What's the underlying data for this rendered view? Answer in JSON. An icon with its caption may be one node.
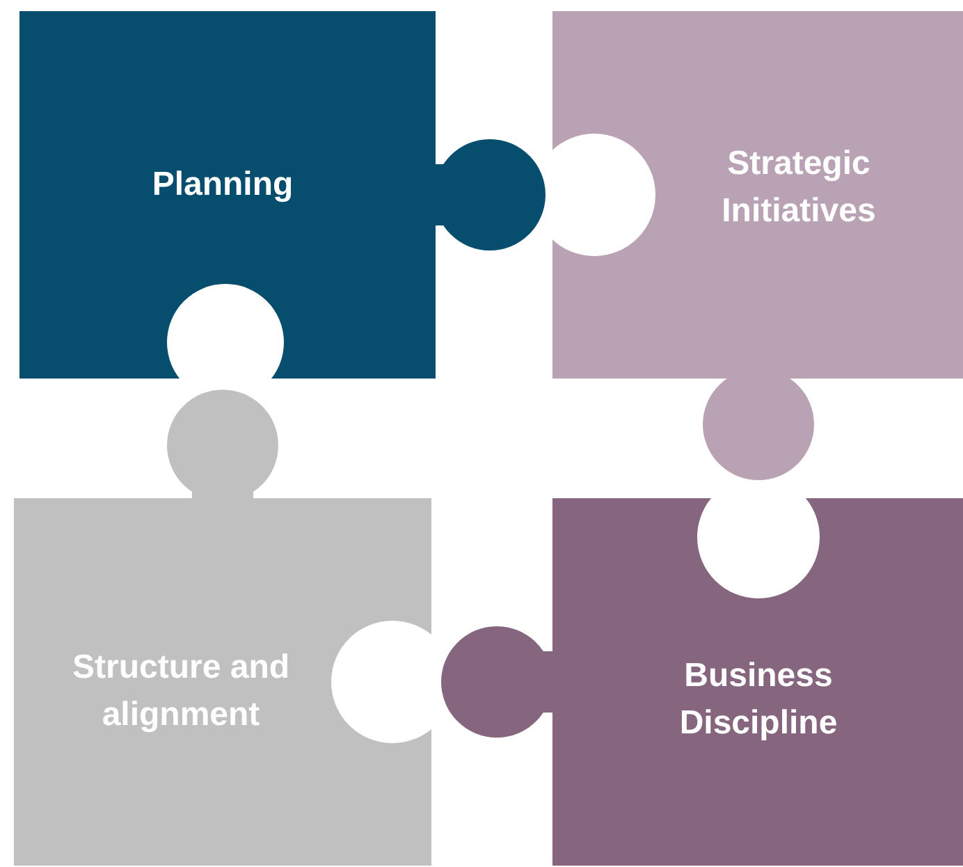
{
  "diagram": {
    "nodes": [
      {
        "text": [
          "Planning"
        ]
      },
      {
        "text": [
          "Strategic Initiatives"
        ]
      },
      {
        "text": [
          "Structure and alignment"
        ]
      },
      {
        "text": [
          "Business Discipline"
        ]
      }
    ]
  }
}
